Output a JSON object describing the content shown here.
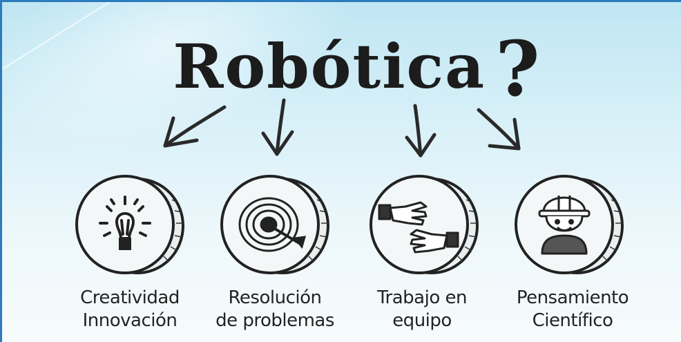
{
  "title": "Robótica",
  "title_mark": "?",
  "items": [
    {
      "icon": "lightbulb-icon",
      "line1": "Creatividad",
      "line2": "Innovación"
    },
    {
      "icon": "target-icon",
      "line1": "Resolución",
      "line2": "de problemas"
    },
    {
      "icon": "handshake-icon",
      "line1": "Trabajo en",
      "line2": "equipo"
    },
    {
      "icon": "engineer-icon",
      "line1": "Pensamiento",
      "line2": "Científico"
    }
  ],
  "colors": {
    "ink": "#1c1c1c",
    "frame": "#2b7bbd",
    "sky": "#bfe6f3"
  }
}
